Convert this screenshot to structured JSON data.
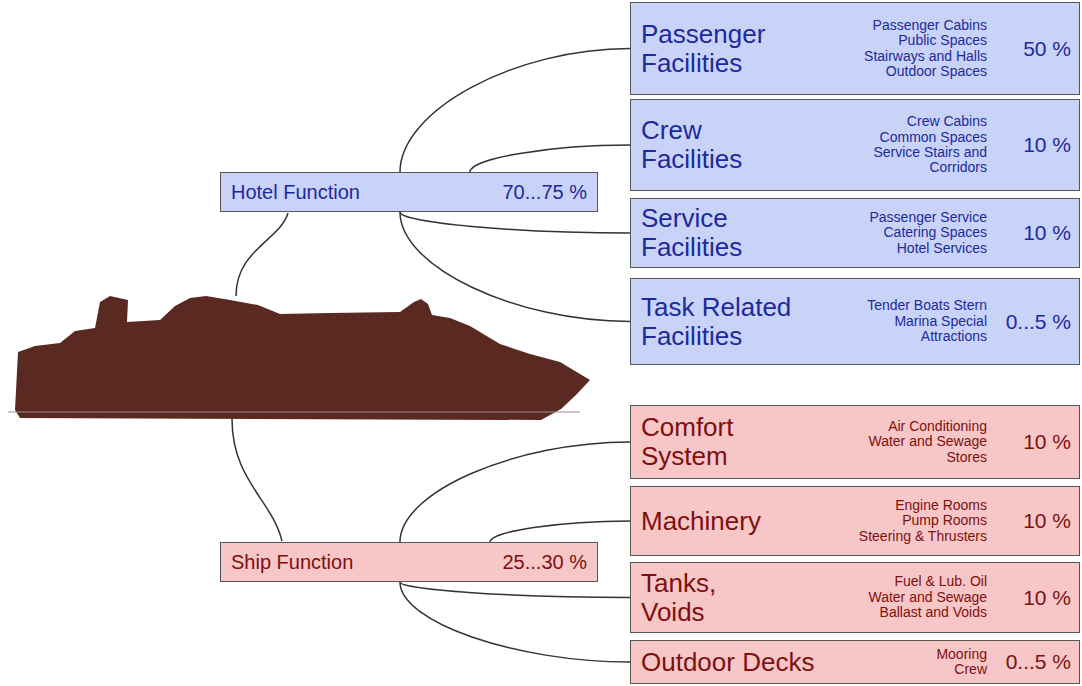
{
  "diagram": {
    "nodes": [
      {
        "text": [
          "Hotel Function",
          "70...75 %"
        ]
      },
      {
        "text": [
          "Passenger Facilities",
          "Passenger Cabins Public Spaces Stairways and Halls Outdoor Spaces",
          "50 %"
        ]
      },
      {
        "text": [
          "Crew Facilities",
          "Crew Cabins Common Spaces Service Stairs and Corridors",
          "10 %"
        ]
      },
      {
        "text": [
          "Service Facilities",
          "Passenger Service Catering Spaces Hotel Services",
          "10 %"
        ]
      },
      {
        "text": [
          "Task Related Facilities",
          "Tender Boats Stern Marina Special Attractions",
          "0...5 %"
        ]
      },
      {
        "text": [
          "Ship Function",
          "25...30 %"
        ]
      },
      {
        "text": [
          "Comfort System",
          "Air Conditioning Water and Sewage Stores",
          "10 %"
        ]
      },
      {
        "text": [
          "Machinery",
          "Engine Rooms Pump Rooms Steering & Thrusters",
          "10 %"
        ]
      },
      {
        "text": [
          "Tanks, Voids",
          "Fuel & Lub. Oil Water and Sewage Ballast and Voids",
          "10 %"
        ]
      },
      {
        "text": [
          "Outdoor Decks",
          "Mooring Crew",
          "0...5 %"
        ]
      }
    ],
    "edges": [
      {
        "from": 0,
        "to": 1,
        "arrow": "none"
      },
      {
        "from": 0,
        "to": 2,
        "arrow": "none"
      },
      {
        "from": 0,
        "to": 3,
        "arrow": "none"
      },
      {
        "from": 0,
        "to": 4,
        "arrow": "none"
      },
      {
        "from": 5,
        "to": 6,
        "arrow": "none"
      },
      {
        "from": 5,
        "to": 7,
        "arrow": "none"
      },
      {
        "from": 5,
        "to": 8,
        "arrow": "none"
      },
      {
        "from": 5,
        "to": 9,
        "arrow": "none"
      }
    ]
  }
}
